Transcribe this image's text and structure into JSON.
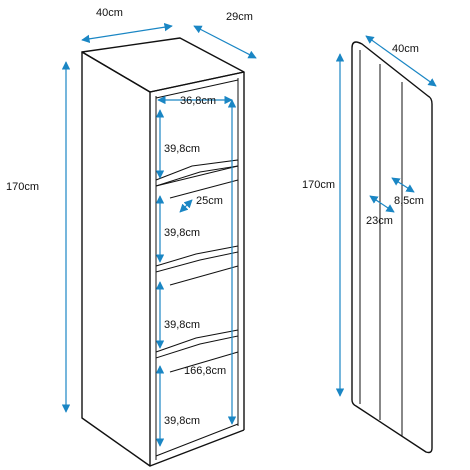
{
  "colors": {
    "line": "#111111",
    "dimension": "#1a86c4",
    "background": "#ffffff"
  },
  "cabinet": {
    "width_label": "40cm",
    "depth_label": "29cm",
    "height_label": "170cm",
    "inner_top_depth_label": "36,8cm",
    "shelf_height_1": "39,8cm",
    "shelf_height_2": "39,8cm",
    "shelf_height_3": "39,8cm",
    "shelf_height_4": "39,8cm",
    "shelf_depth_label": "25cm",
    "inner_height_label": "166,8cm"
  },
  "door": {
    "width_label": "40cm",
    "height_label": "170cm",
    "thickness_label": "8,5cm",
    "depth_label": "23cm"
  }
}
